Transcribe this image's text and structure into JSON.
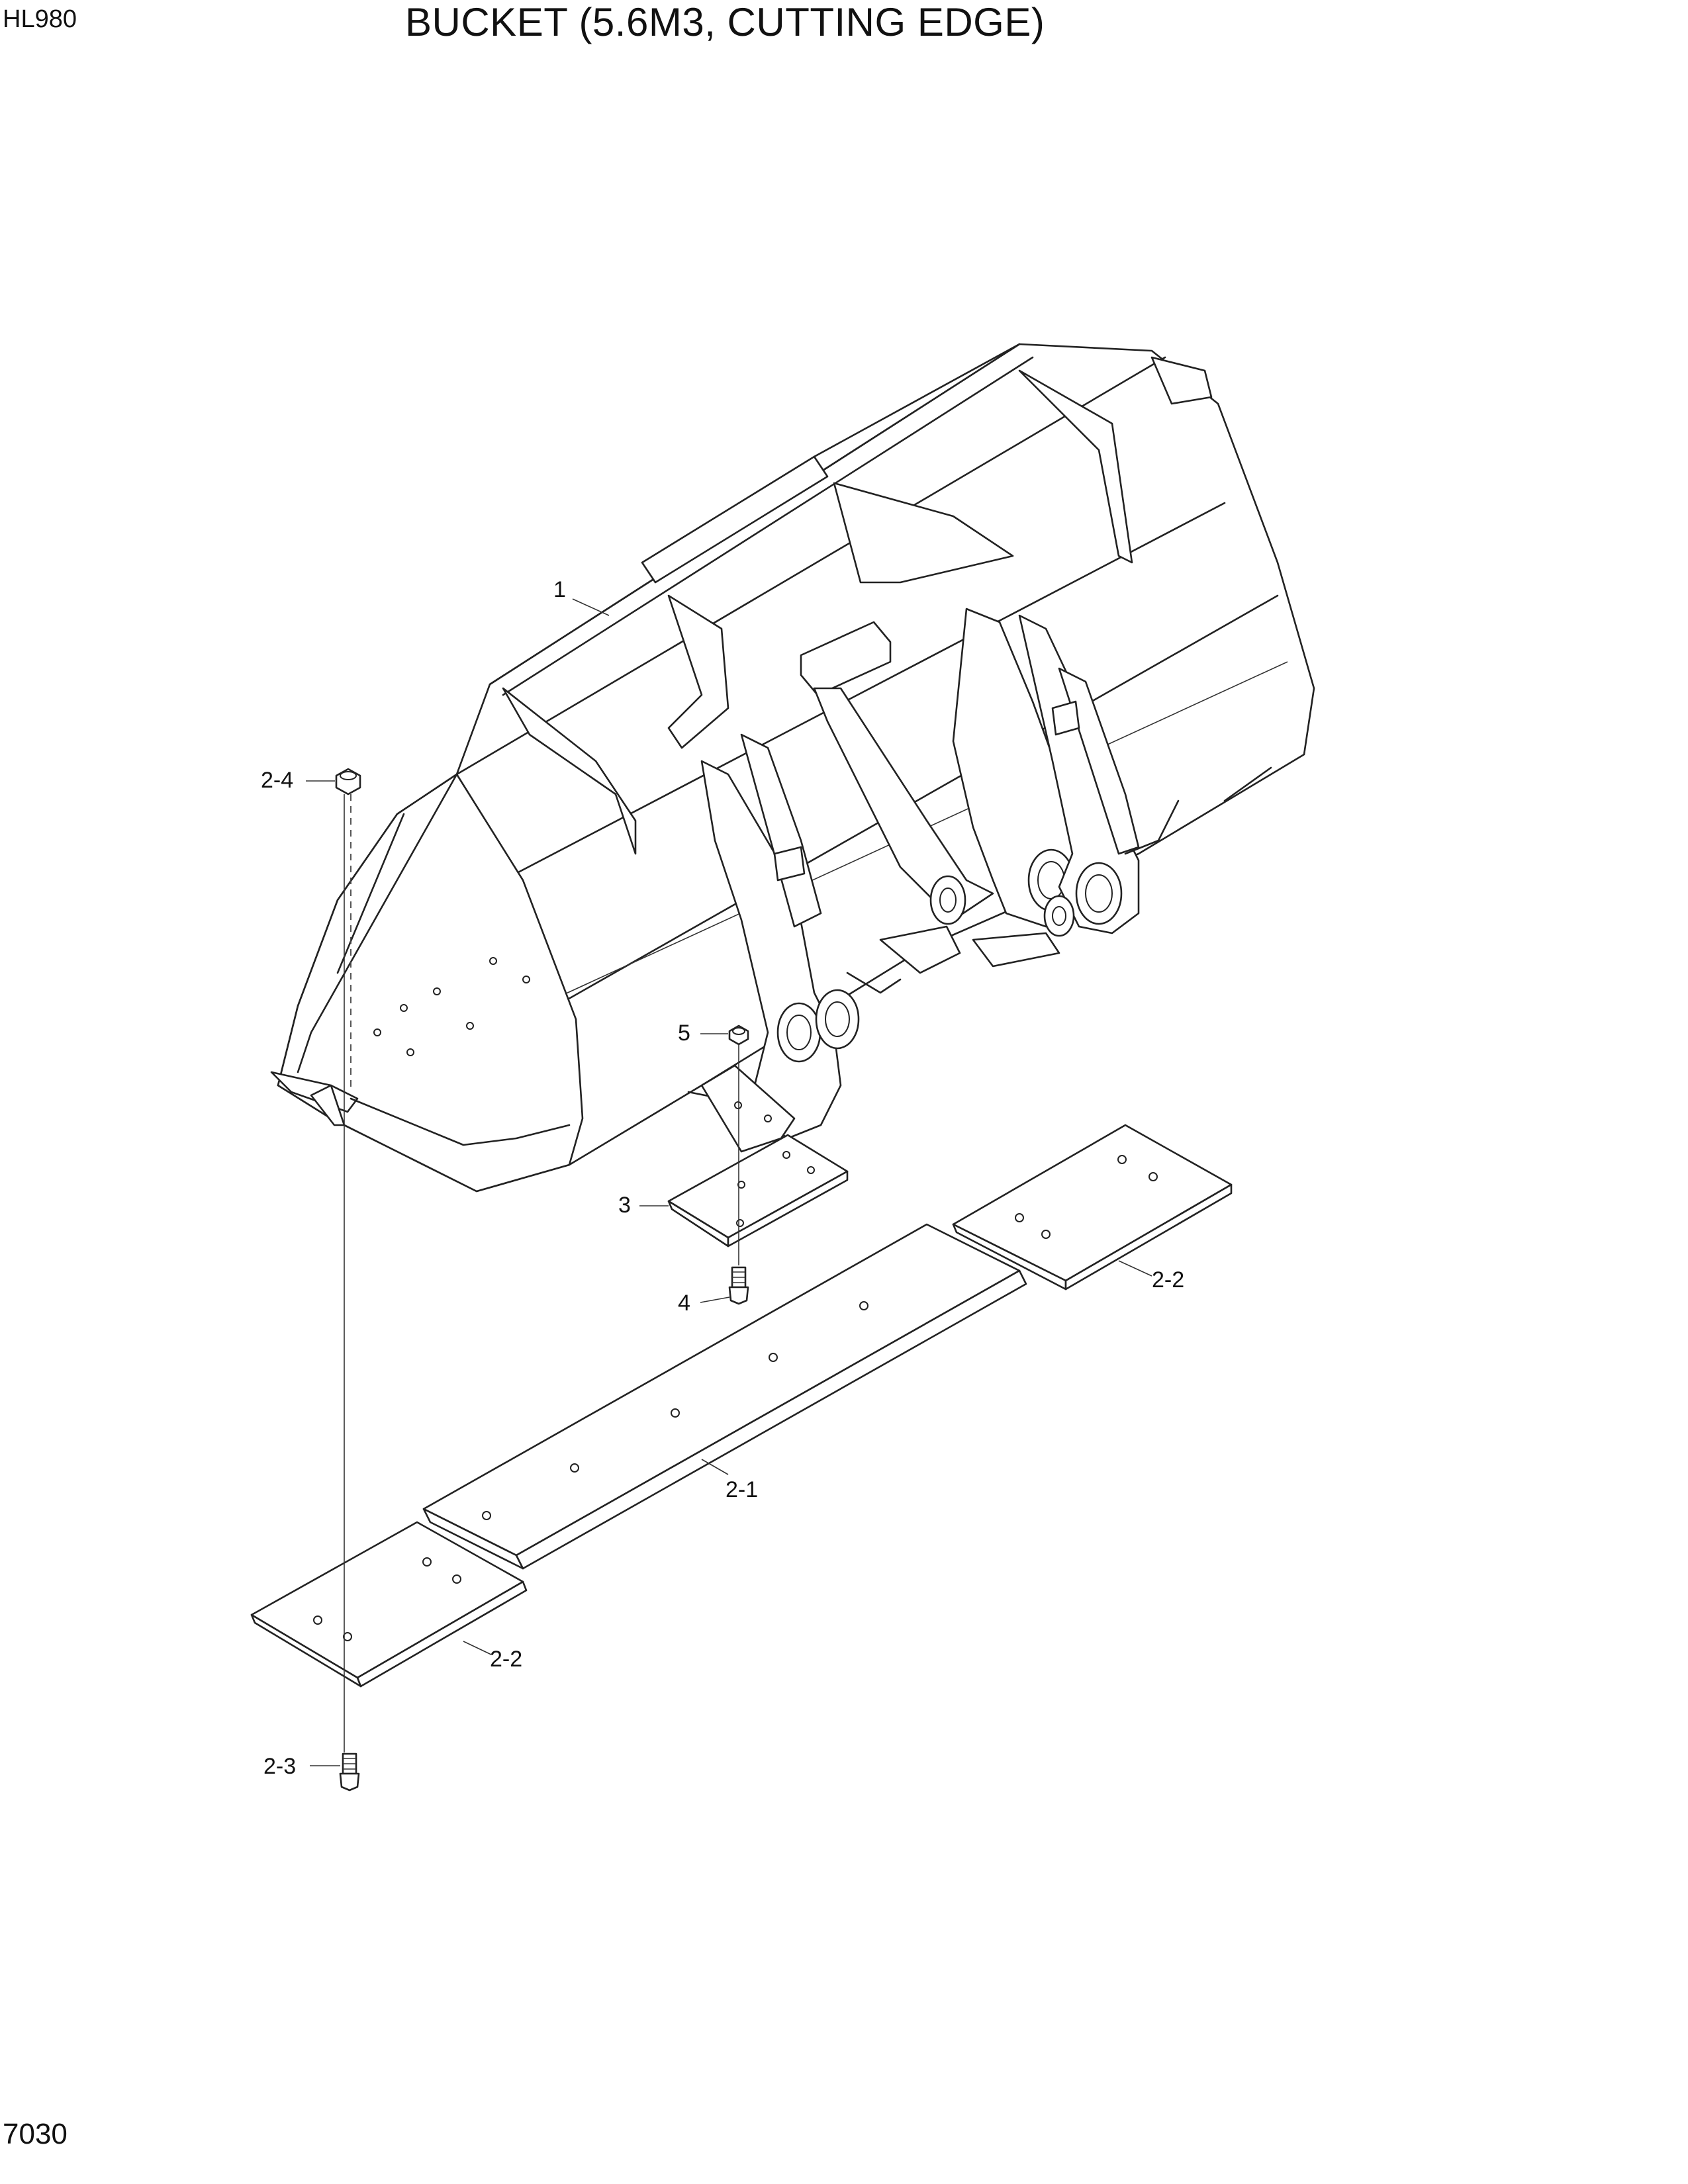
{
  "header": {
    "model": "HL980",
    "title": "BUCKET (5.6M3, CUTTING EDGE)"
  },
  "footer": {
    "page_number": "7030"
  },
  "callouts": [
    {
      "id": "c1",
      "label": "1"
    },
    {
      "id": "c2-4",
      "label": "2-4"
    },
    {
      "id": "c5",
      "label": "5"
    },
    {
      "id": "c3",
      "label": "3"
    },
    {
      "id": "c4",
      "label": "4"
    },
    {
      "id": "c2-1",
      "label": "2-1"
    },
    {
      "id": "c2-2-right",
      "label": "2-2"
    },
    {
      "id": "c2-2-left",
      "label": "2-2"
    },
    {
      "id": "c2-3",
      "label": "2-3"
    }
  ],
  "parts": {
    "bucket": "bucket-body",
    "cutting_edge": "cutting-edge",
    "end_bits": "end-bit",
    "bolt": "bolt",
    "nut": "nut",
    "wear_plate": "wear-plate"
  }
}
